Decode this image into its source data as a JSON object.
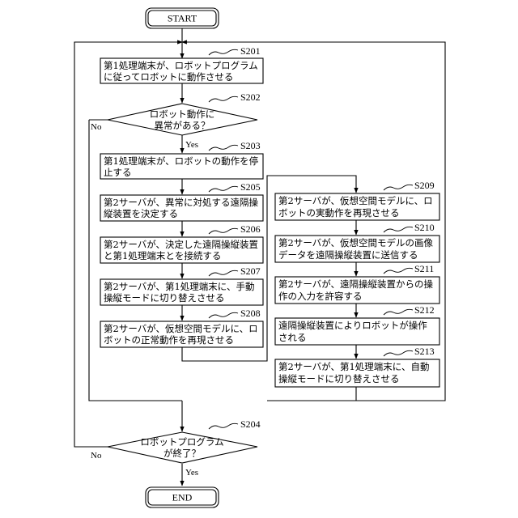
{
  "terminals": {
    "start": "START",
    "end": "END"
  },
  "steps": {
    "S201": {
      "label": "S201",
      "lines": [
        "第1処理端末が、ロボットプログラム",
        "に従ってロボットに動作させる"
      ]
    },
    "S202": {
      "label": "S202",
      "lines": [
        "ロボット動作に",
        "異常がある？"
      ]
    },
    "S203": {
      "label": "S203",
      "lines": [
        "第1処理端末が、ロボットの動作を停",
        "止する"
      ]
    },
    "S205": {
      "label": "S205",
      "lines": [
        "第2サーバが、異常に対処する遠隔操",
        "縦装置を決定する"
      ]
    },
    "S206": {
      "label": "S206",
      "lines": [
        "第2サーバが、決定した遠隔操縦装置",
        "と第1処理端末とを接続する"
      ]
    },
    "S207": {
      "label": "S207",
      "lines": [
        "第2サーバが、第1処理端末に、手動",
        "操縦モードに切り替えさせる"
      ]
    },
    "S208": {
      "label": "S208",
      "lines": [
        "第2サーバが、仮想空間モデルに、ロ",
        "ボットの正常動作を再現させる"
      ]
    },
    "S209": {
      "label": "S209",
      "lines": [
        "第2サーバが、仮想空間モデルに、ロ",
        "ボットの実動作を再現させる"
      ]
    },
    "S210": {
      "label": "S210",
      "lines": [
        "第2サーバが、仮想空間モデルの画像",
        "データを遠隔操縦装置に送信する"
      ]
    },
    "S211": {
      "label": "S211",
      "lines": [
        "第2サーバが、遠隔操縦装置からの操",
        "作の入力を許容する"
      ]
    },
    "S212": {
      "label": "S212",
      "lines": [
        "遠隔操縦装置によりロボットが操作",
        "される"
      ]
    },
    "S213": {
      "label": "S213",
      "lines": [
        "第2サーバが、第1処理端末に、自動",
        "操縦モードに切り替えさせる"
      ]
    },
    "S204": {
      "label": "S204",
      "lines": [
        "ロボットプログラム",
        "が終了？"
      ]
    }
  },
  "branches": {
    "s202_yes": "Yes",
    "s202_no": "No",
    "s204_yes": "Yes",
    "s204_no": "No"
  }
}
